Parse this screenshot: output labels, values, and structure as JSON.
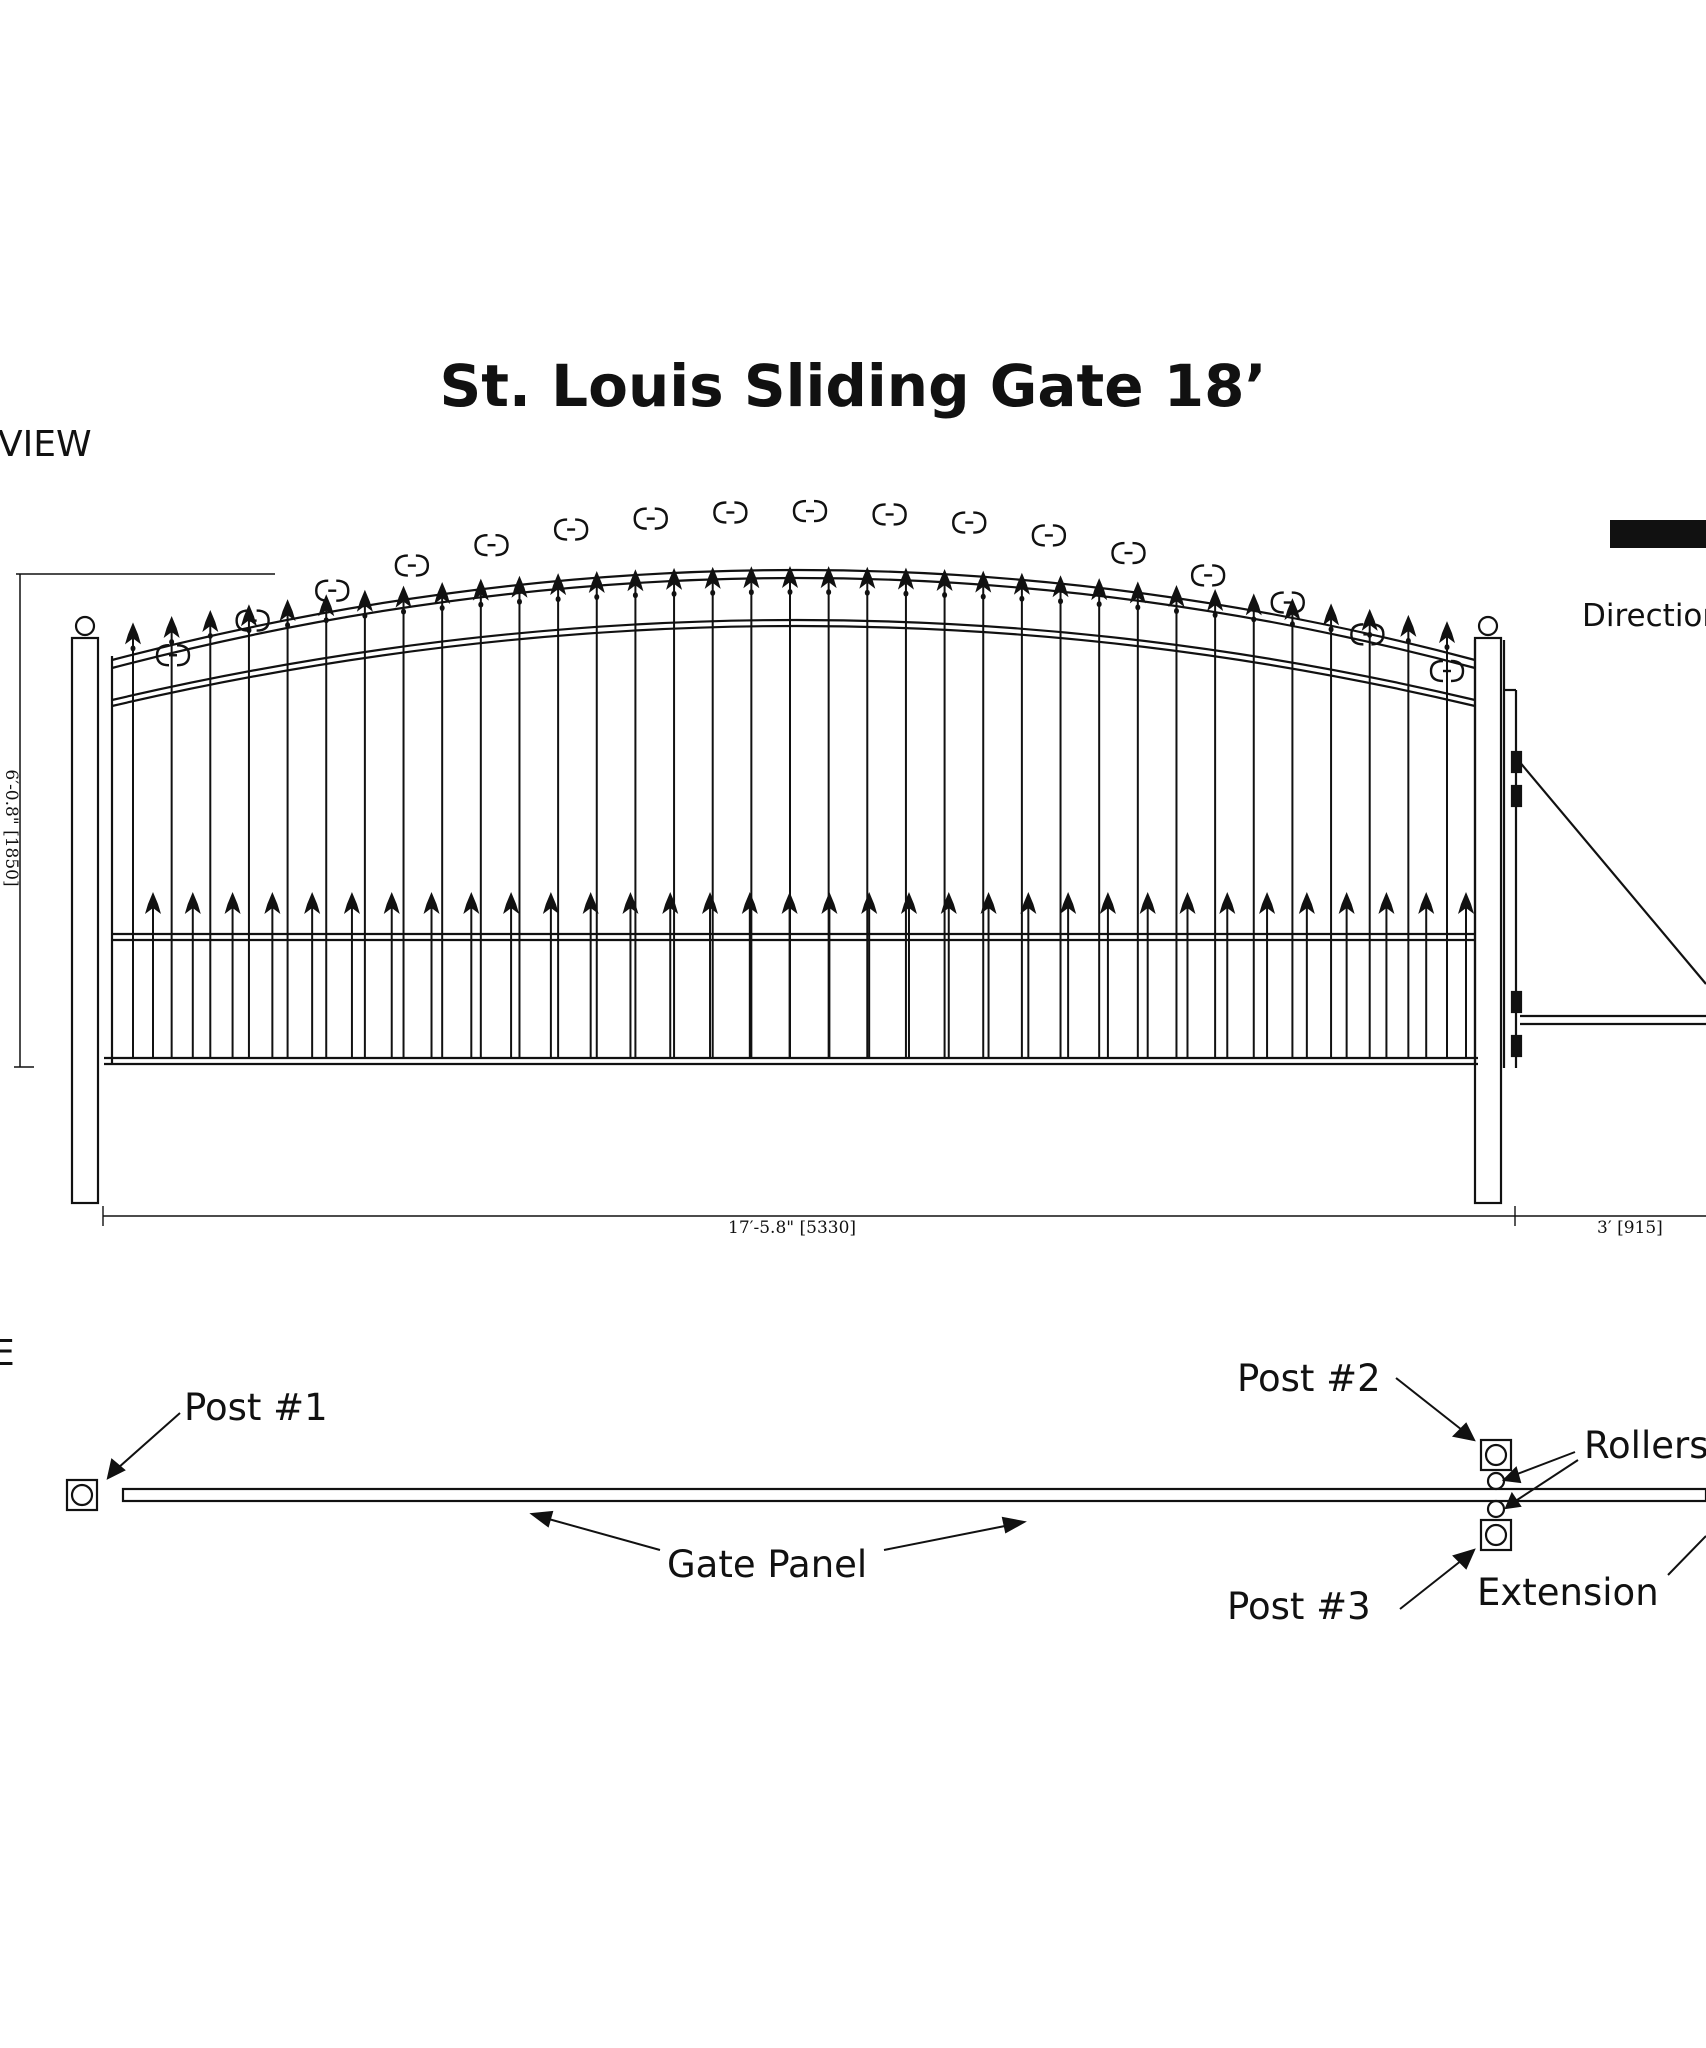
{
  "title": "St. Louis Sliding Gate 18’",
  "front_view_label": "VIEW",
  "top_view_label": "E",
  "direction_label": "Direction",
  "dim_width": "17′-5.8\"  [5330]",
  "dim_extension": "3′   [915]",
  "dim_height": "6′-0.8\"  [1850]",
  "labels": {
    "post1": "Post #1",
    "post2": "Post #2",
    "post3": "Post #3",
    "rollers": "Rollers",
    "gate_panel": "Gate Panel",
    "extension": "Extension"
  }
}
